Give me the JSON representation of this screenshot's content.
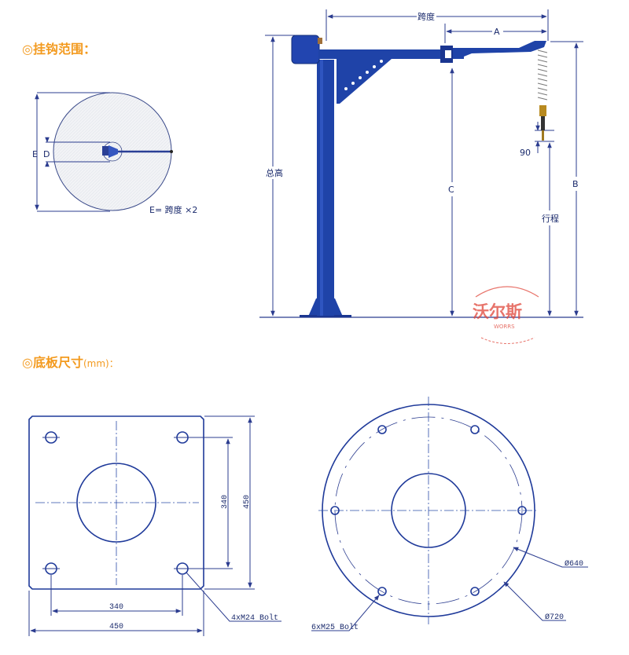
{
  "sections": {
    "hook_range": {
      "title": "◎挂钩范围：",
      "label_e": "E",
      "label_d": "D",
      "formula": "E= 跨度 ×2"
    },
    "crane": {
      "span": "跨度",
      "a": "A",
      "total_height": "总高",
      "c": "C",
      "b": "B",
      "stroke": "行程",
      "offset": "90"
    },
    "base_plate": {
      "title": "◎底板尺寸",
      "unit": "(mm)：",
      "square": {
        "inner_v": "340",
        "outer_v": "450",
        "inner_h": "340",
        "outer_h": "450",
        "bolt": "4xM24 Bolt"
      },
      "round": {
        "bolt_circle": "Ø640",
        "outer": "Ø720",
        "bolt": "6xM25 Bolt"
      }
    }
  },
  "logo": {
    "name": "沃尔斯",
    "sub": "WORRS"
  },
  "colors": {
    "heading": "#f39a1e",
    "crane": "#1f43a8",
    "line": "#2b3c8f",
    "logo": "#e0463a"
  }
}
